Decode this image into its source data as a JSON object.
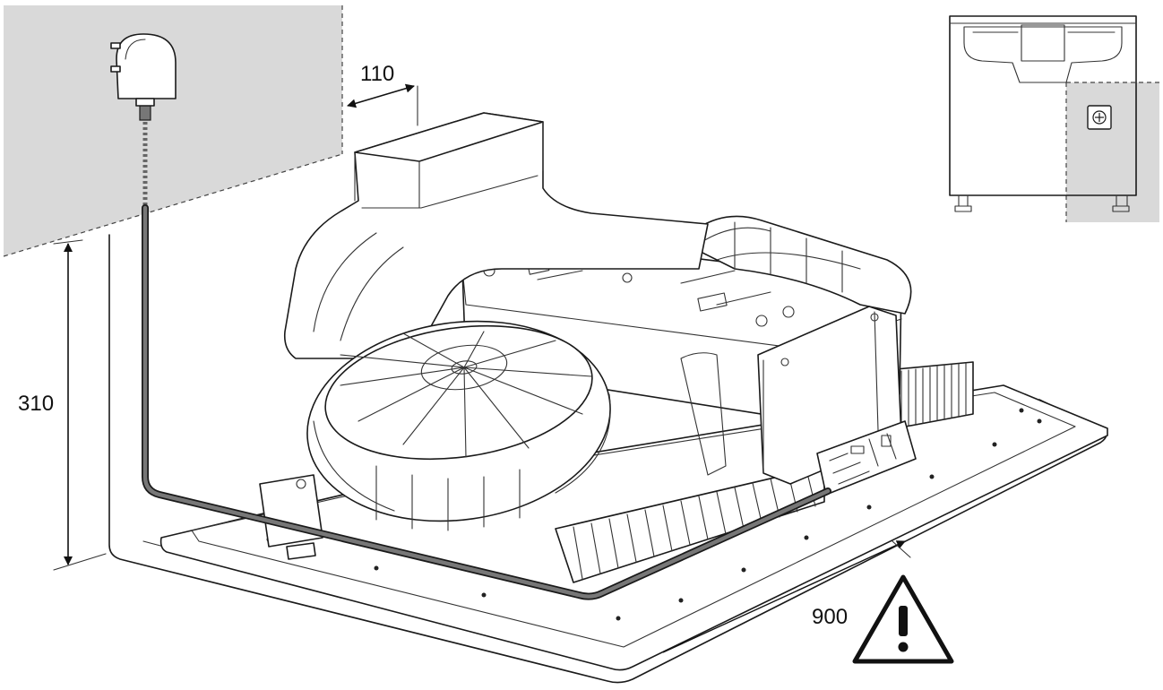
{
  "dimensions": {
    "width_clearance": "110",
    "socket_height": "310",
    "cable_length": "900"
  },
  "icons": {
    "plug": "plug-icon",
    "warning": "warning-triangle-icon",
    "socket": "wall-socket-icon"
  },
  "colors": {
    "wall_zone": "#d9d9d9",
    "line": "#1a1a1a",
    "cable": "#555555"
  }
}
